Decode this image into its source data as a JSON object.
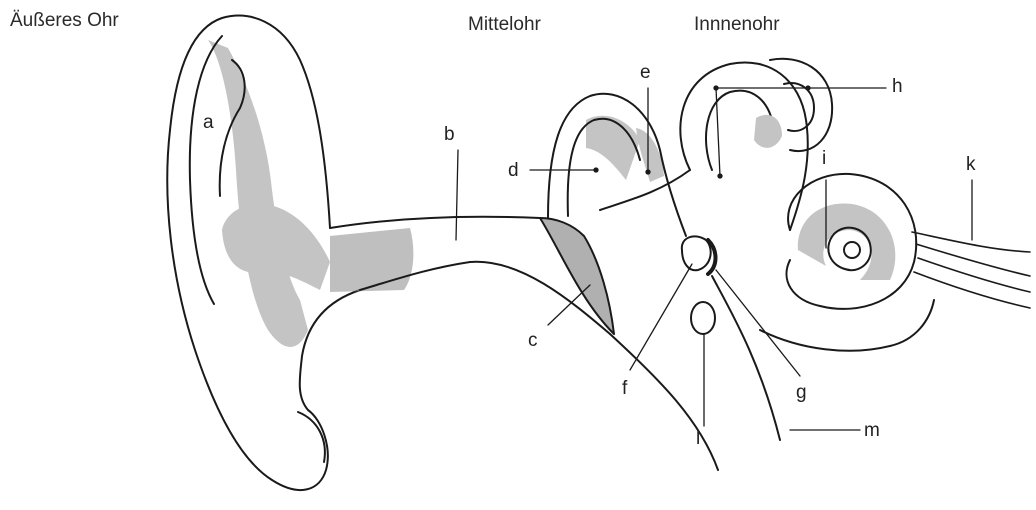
{
  "headers": {
    "outer_ear": "Äußeres Ohr",
    "middle_ear": "Mittelohr",
    "inner_ear": "Innnenohr"
  },
  "labels": {
    "a": "a",
    "b": "b",
    "c": "c",
    "d": "d",
    "e": "e",
    "f": "f",
    "g": "g",
    "h": "h",
    "i": "i",
    "k": "k",
    "l": "l",
    "m": "m"
  },
  "colors": {
    "line": "#1a1a1a",
    "shade": "#c4c4c4",
    "dark_shade": "#8a8a8a",
    "background": "#ffffff"
  }
}
